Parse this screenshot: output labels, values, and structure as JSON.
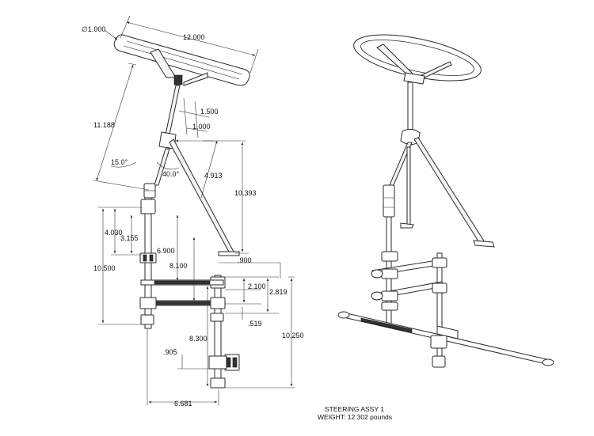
{
  "drawing": {
    "title_line1": "STEERING ASSY 1",
    "title_line2": "WEIGHT: 12.302 pounds",
    "dimensions": {
      "wheel_diameter": "∅1.000",
      "wheel_width": "12.000",
      "column_length": "11.188",
      "offset_1500": "1.500",
      "offset_1000": "1.000",
      "angle_15": "15.0°",
      "angle_40": "40.0°",
      "brace_4913": "4.913",
      "height_10393": "10.393",
      "dim_4030": "4.030",
      "dim_3155": "3.155",
      "dim_6900": "6.900",
      "dim_8100": "8.100",
      "dim_10500": "10.500",
      "dim_900": ".900",
      "dim_2100": "2.100",
      "dim_2819": "2.819",
      "dim_519": ".519",
      "dim_8300": "8.300",
      "dim_10250": "10.250",
      "dim_905": ".905",
      "dim_6681": "6.681"
    }
  }
}
